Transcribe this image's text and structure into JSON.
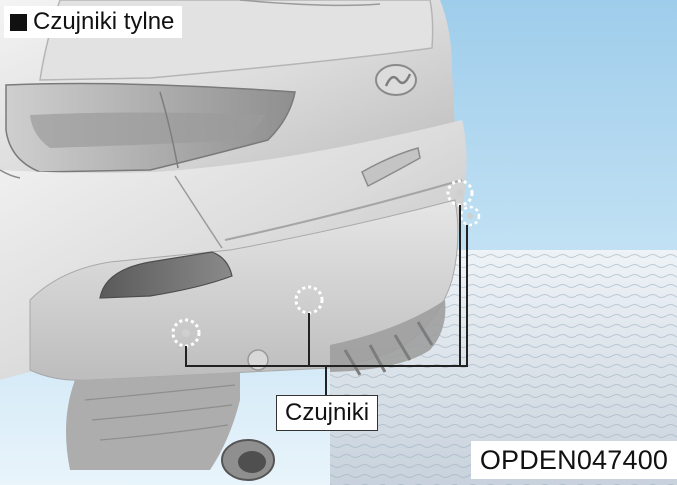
{
  "diagram": {
    "title": "Czujniki tylne",
    "callout_label": "Czujniki",
    "figure_code": "OPDEN047400"
  },
  "colors": {
    "sky": "#a8d4ee",
    "body_light": "#ececec",
    "body_mid": "#c9c9c9",
    "body_dark": "#8c8c8c",
    "lamp": "#6b6b6b",
    "leader_line": "#222222"
  },
  "icons": [
    "brand-emblem-icon",
    "sensor-marker-icon"
  ]
}
